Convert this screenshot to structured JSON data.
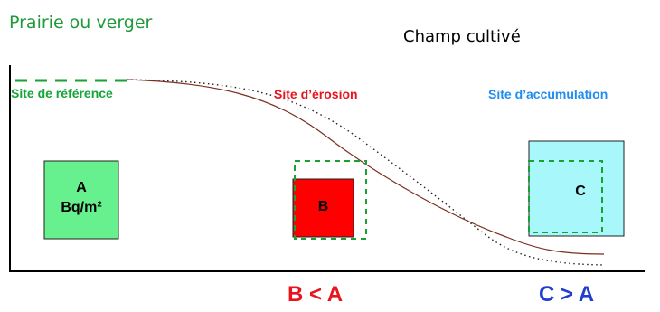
{
  "labels": {
    "prairie": "Prairie ou verger",
    "champ": "Champ cultivé",
    "reference": "Site de référence",
    "erosion": "Site d’érosion",
    "accumulation": "Site d’accumulation"
  },
  "boxes": {
    "a_line1": "A",
    "a_line2": "Bq/m²",
    "b": "B",
    "c": "C"
  },
  "relations": {
    "b_vs_a": "B < A",
    "c_vs_a": "C > A"
  },
  "colors": {
    "box_a_fill": "#66f08e",
    "box_b_fill": "#ff0000",
    "box_c_fill": "#a8f7fb",
    "dashed_green": "#18a232",
    "profile_line": "#7a2e1f"
  }
}
